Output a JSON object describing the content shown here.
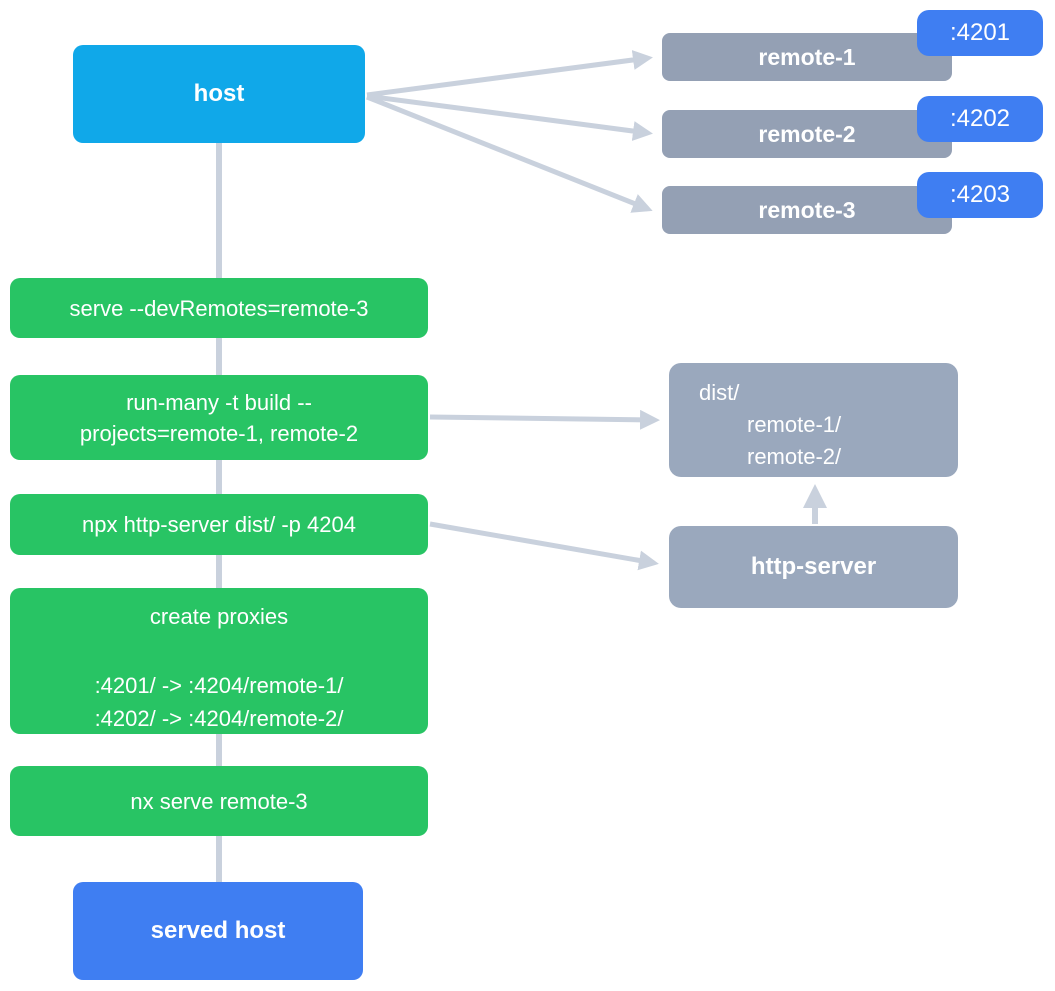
{
  "colors": {
    "host_node": "#10a8e9",
    "served_host_node": "#3f7ef2",
    "remote_node": "#94a0b4",
    "artifact_node": "#9aa8bd",
    "port_badge": "#3f7ef2",
    "command_node": "#28c464",
    "connector": "#c9d1dd",
    "text": "#ffffff"
  },
  "host": {
    "label": "host"
  },
  "remotes": [
    {
      "label": "remote-1",
      "port": ":4201"
    },
    {
      "label": "remote-2",
      "port": ":4202"
    },
    {
      "label": "remote-3",
      "port": ":4203"
    }
  ],
  "commands": {
    "serve": {
      "line1": "serve --devRemotes=remote-3"
    },
    "build": {
      "line1": "run-many -t build --",
      "line2": "projects=remote-1, remote-2"
    },
    "http_server": {
      "line1": "npx http-server dist/ -p 4204"
    },
    "proxies": {
      "title": "create proxies",
      "rule1": ":4201/ -> :4204/remote-1/",
      "rule2": ":4202/ -> :4204/remote-2/"
    },
    "nx_serve": {
      "line1": "nx serve remote-3"
    }
  },
  "artifacts": {
    "dist": {
      "root": "dist/",
      "children": [
        "remote-1/",
        "remote-2/"
      ]
    },
    "http_server": {
      "label": "http-server"
    }
  },
  "served_host": {
    "label": "served host"
  }
}
